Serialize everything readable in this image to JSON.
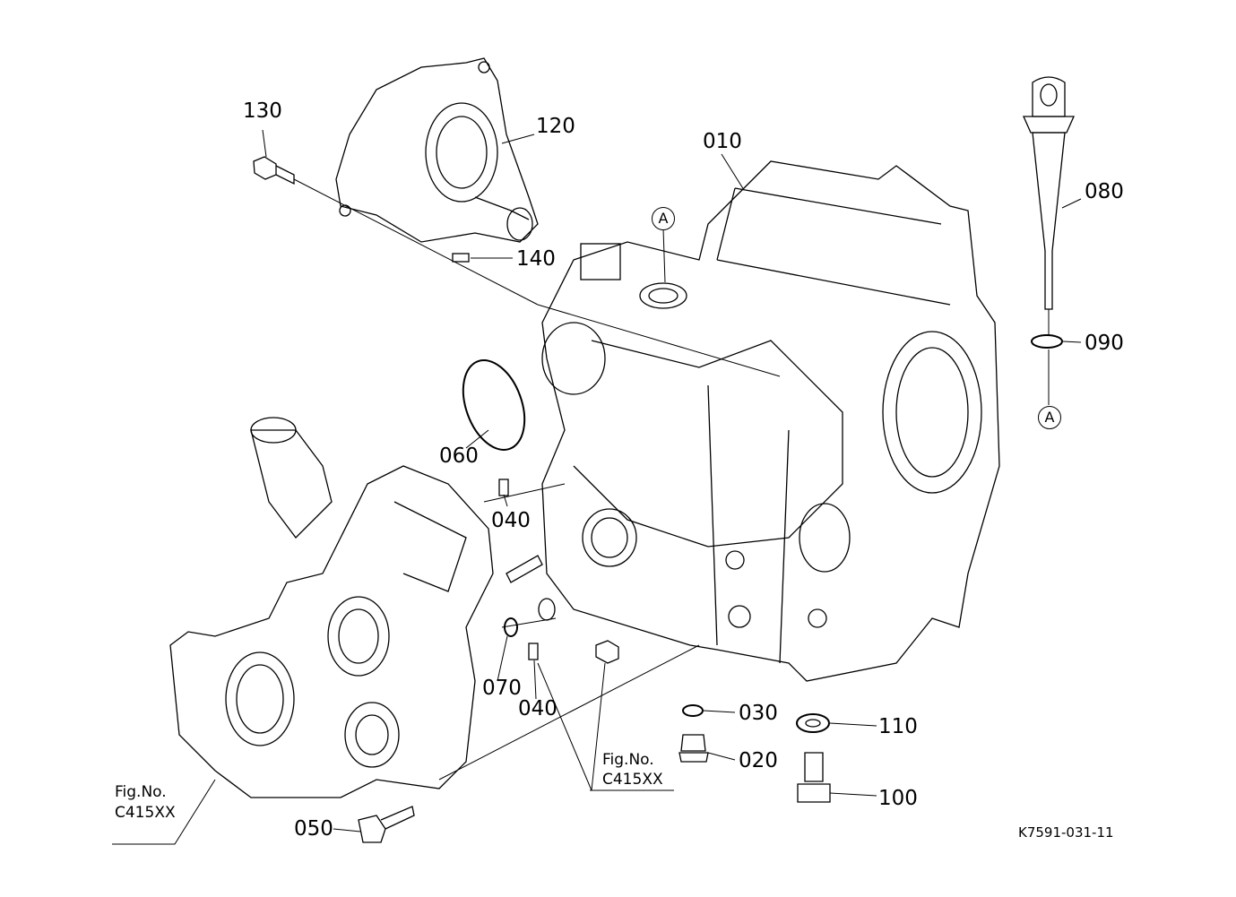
{
  "parts": [
    {
      "number": "010"
    },
    {
      "number": "020"
    },
    {
      "number": "030"
    },
    {
      "number": "040"
    },
    {
      "number": "040"
    },
    {
      "number": "050"
    },
    {
      "number": "060"
    },
    {
      "number": "070"
    },
    {
      "number": "080"
    },
    {
      "number": "090"
    },
    {
      "number": "100"
    },
    {
      "number": "110"
    },
    {
      "number": "120"
    },
    {
      "number": "130"
    },
    {
      "number": "140"
    }
  ],
  "connector_marks": [
    "A",
    "A"
  ],
  "fig_refs": [
    {
      "title": "Fig.No.",
      "code": "C415XX"
    },
    {
      "title": "Fig.No.",
      "code": "C415XX"
    }
  ],
  "diagram_code": "K7591-031-11"
}
